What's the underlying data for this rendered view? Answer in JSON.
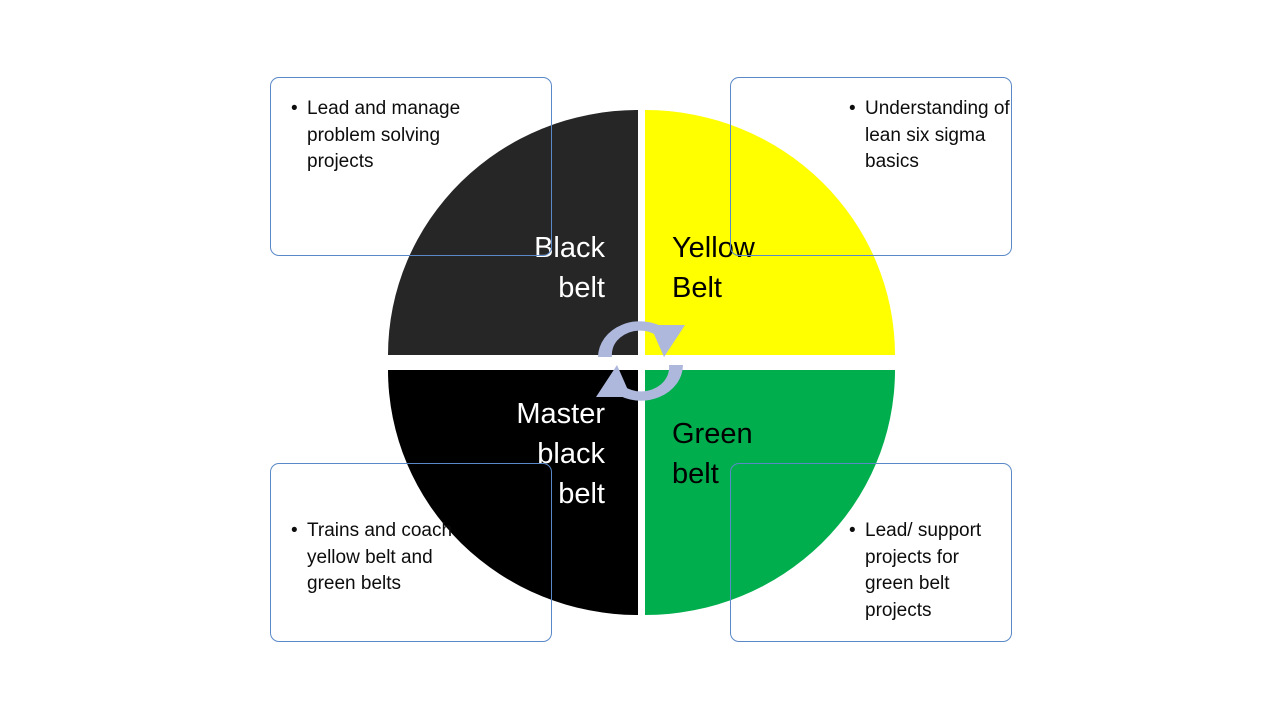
{
  "diagram": {
    "title": "Lean Six Sigma Belt Roles Cycle",
    "type": "four-quadrant-circle",
    "center_icon": "cycle-arrows-icon",
    "colors": {
      "black_belt": "#262626",
      "yellow_belt": "#FFFF00",
      "master_black_belt": "#000000",
      "green_belt": "#00AE4D",
      "callout_border": "#5B89C7",
      "arrow": "#AEB8DC",
      "background": "#FFFFFF"
    },
    "quadrants": [
      {
        "id": "black-belt",
        "label": "Black\nbelt",
        "position": "top-left",
        "fill": "#262626",
        "text_color": "#FFFFFF"
      },
      {
        "id": "yellow-belt",
        "label": "Yellow\nBelt",
        "position": "top-right",
        "fill": "#FFFF00",
        "text_color": "#000000"
      },
      {
        "id": "master-black-belt",
        "label": "Master\nblack\nbelt",
        "position": "bottom-left",
        "fill": "#000000",
        "text_color": "#FFFFFF"
      },
      {
        "id": "green-belt",
        "label": "Green\nbelt",
        "position": "bottom-right",
        "fill": "#00AE4D",
        "text_color": "#000000"
      }
    ],
    "callouts": [
      {
        "id": "black-belt-callout",
        "position": "top-left",
        "bullets": [
          "Lead and manage problem solving projects"
        ]
      },
      {
        "id": "yellow-belt-callout",
        "position": "top-right",
        "bullets": [
          "Understanding of lean six sigma basics"
        ]
      },
      {
        "id": "master-black-belt-callout",
        "position": "bottom-left",
        "bullets": [
          "Trains and coach yellow belt and green belts"
        ]
      },
      {
        "id": "green-belt-callout",
        "position": "bottom-right",
        "bullets": [
          "Lead/ support projects for green belt projects"
        ]
      }
    ]
  }
}
